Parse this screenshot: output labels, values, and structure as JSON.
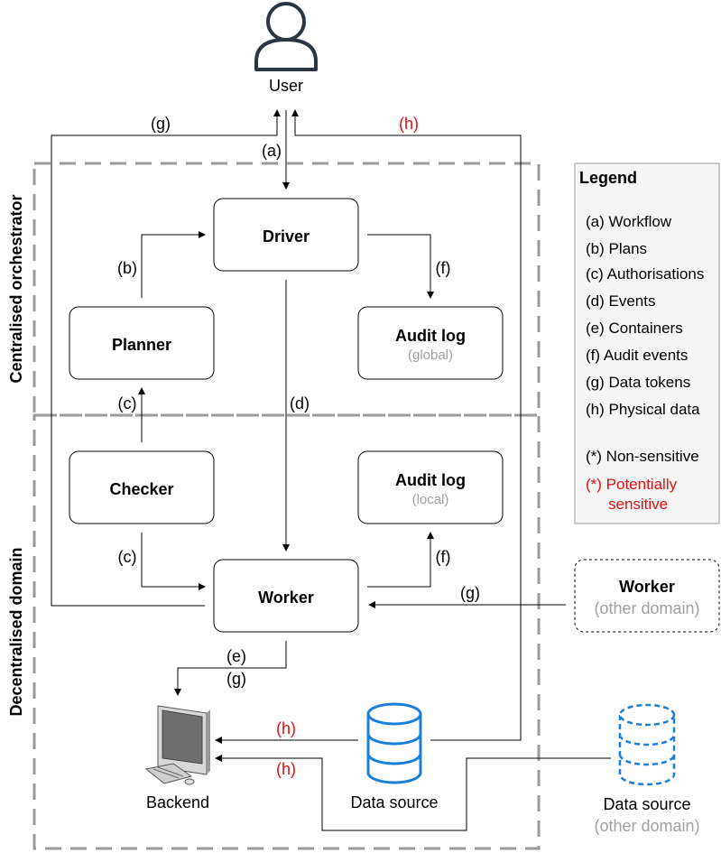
{
  "user": {
    "label": "User"
  },
  "regions": {
    "orchestrator": "Centralised orchestrator",
    "domain": "Decentralised domain"
  },
  "nodes": {
    "driver": "Driver",
    "planner": "Planner",
    "audit_global": {
      "title": "Audit log",
      "sub": "(global)"
    },
    "checker": "Checker",
    "audit_local": {
      "title": "Audit log",
      "sub": "(local)"
    },
    "worker": "Worker",
    "worker_other": {
      "title": "Worker",
      "sub": "(other domain)"
    },
    "backend": "Backend",
    "datasource": "Data source",
    "datasource_other": {
      "title": "Data source",
      "sub": "(other domain)"
    }
  },
  "edges": {
    "a": "(a)",
    "b": "(b)",
    "c1": "(c)",
    "c2": "(c)",
    "d": "(d)",
    "e": "(e)",
    "f1": "(f)",
    "f2": "(f)",
    "g_top": "(g)",
    "g_worker": "(g)",
    "g_backend": "(g)",
    "h_top": "(h)",
    "h_backend1": "(h)",
    "h_backend2": "(h)"
  },
  "legend": {
    "title": "Legend",
    "items": [
      "(a) Workflow",
      "(b) Plans",
      "(c) Authorisations",
      "(d) Events",
      "(e) Containers",
      "(f) Audit events",
      "(g) Data tokens",
      "(h) Physical data"
    ],
    "nonsensitive": "(*) Non-sensitive",
    "sensitive_line1": "(*) Potentially",
    "sensitive_line2": "sensitive"
  },
  "colors": {
    "sensitive": "#e01010",
    "muted": "#a0a0a0",
    "datasource": "#1a7fd8",
    "legend_bg": "#f5f5f5"
  }
}
